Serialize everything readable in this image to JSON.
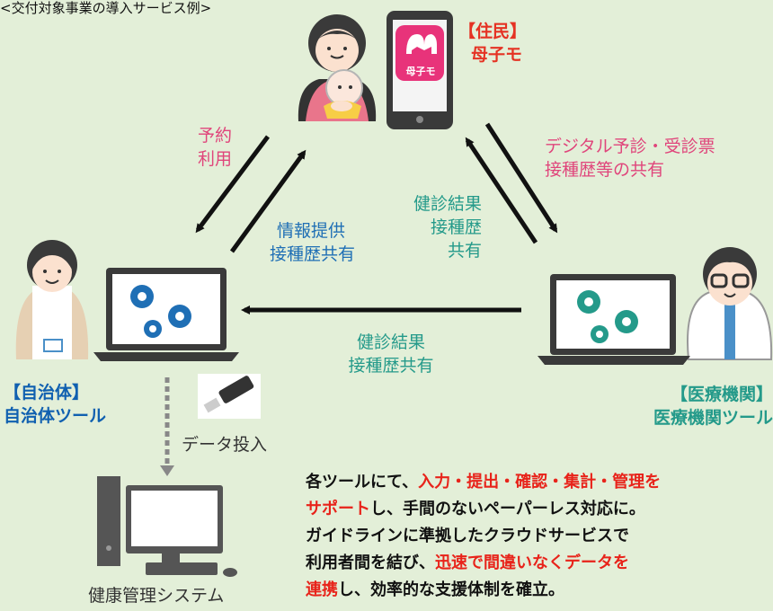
{
  "heading": "<交付対象事業の導入サービス例>",
  "resident": {
    "label": "【住民】",
    "app_name": "母子モ",
    "app_icon_text": "母子モ"
  },
  "municipality": {
    "label": "【自治体】",
    "tool": "自治体ツール"
  },
  "medical": {
    "label": "【医療機関】",
    "tool": "医療機関ツール"
  },
  "flows": {
    "resident_to_muni_line1": "予約",
    "resident_to_muni_line2": "利用",
    "muni_to_resident_line1": "情報提供",
    "muni_to_resident_line2": "接種歴共有",
    "med_to_resident_line1": "健診結果",
    "med_to_resident_line2": "接種歴",
    "med_to_resident_line3": "共有",
    "resident_to_med_line1": "デジタル予診・受診票",
    "resident_to_med_line2": "接種歴等の共有",
    "med_to_muni_line1": "健診結果",
    "med_to_muni_line2": "接種歴共有",
    "data_input": "データ投入"
  },
  "health_system": "健康管理システム",
  "summary": {
    "l1a": "各ツールにて、",
    "l1b": "入力・提出・確認・集計・管理を",
    "l2a": "サポート",
    "l2b": "し、手間のないペーパーレス対応に。",
    "l3": "ガイドラインに準拠したクラウドサービスで",
    "l4a": "利用者間を結び、",
    "l4b": "迅速で間違いなくデータを",
    "l5a": "連携",
    "l5b": "し、効率的な支援体制を確立。"
  },
  "colors": {
    "background": "#e3efd8",
    "pink_label": "#e0457b",
    "blue_label": "#1f6fb5",
    "teal_label": "#249a8a",
    "highlight_red": "#e8231a",
    "app_icon": "#e8337a"
  }
}
